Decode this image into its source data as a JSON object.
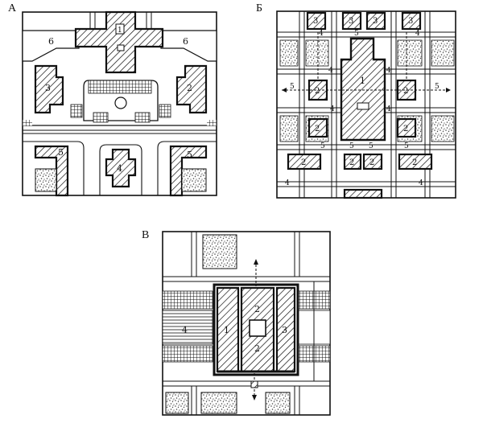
{
  "panels": {
    "a": {
      "letter": "А",
      "labels": {
        "b1": "1",
        "b2": "2",
        "b3": "3",
        "b4": "4",
        "b5": "5",
        "z6_left": "6",
        "z6_right": "6"
      }
    },
    "b": {
      "letter": "Б",
      "labels": {
        "main": "1",
        "sub": [
          "2",
          "2",
          "2",
          "2",
          "2",
          "2",
          "2",
          "2"
        ],
        "top": [
          "3",
          "3",
          "3",
          "3"
        ],
        "paths4": [
          "4",
          "4",
          "4",
          "4",
          "4",
          "4",
          "4",
          "4"
        ],
        "paths5": [
          "5",
          "5",
          "5",
          "5",
          "5",
          "5",
          "5"
        ]
      }
    },
    "c": {
      "letter": "В",
      "labels": {
        "left": "1",
        "mid_top": "2",
        "mid_bottom": "2",
        "right": "3",
        "court": "4"
      }
    }
  },
  "colors": {
    "ink": "#111111",
    "paper": "#ffffff",
    "stipple": "#555555"
  }
}
